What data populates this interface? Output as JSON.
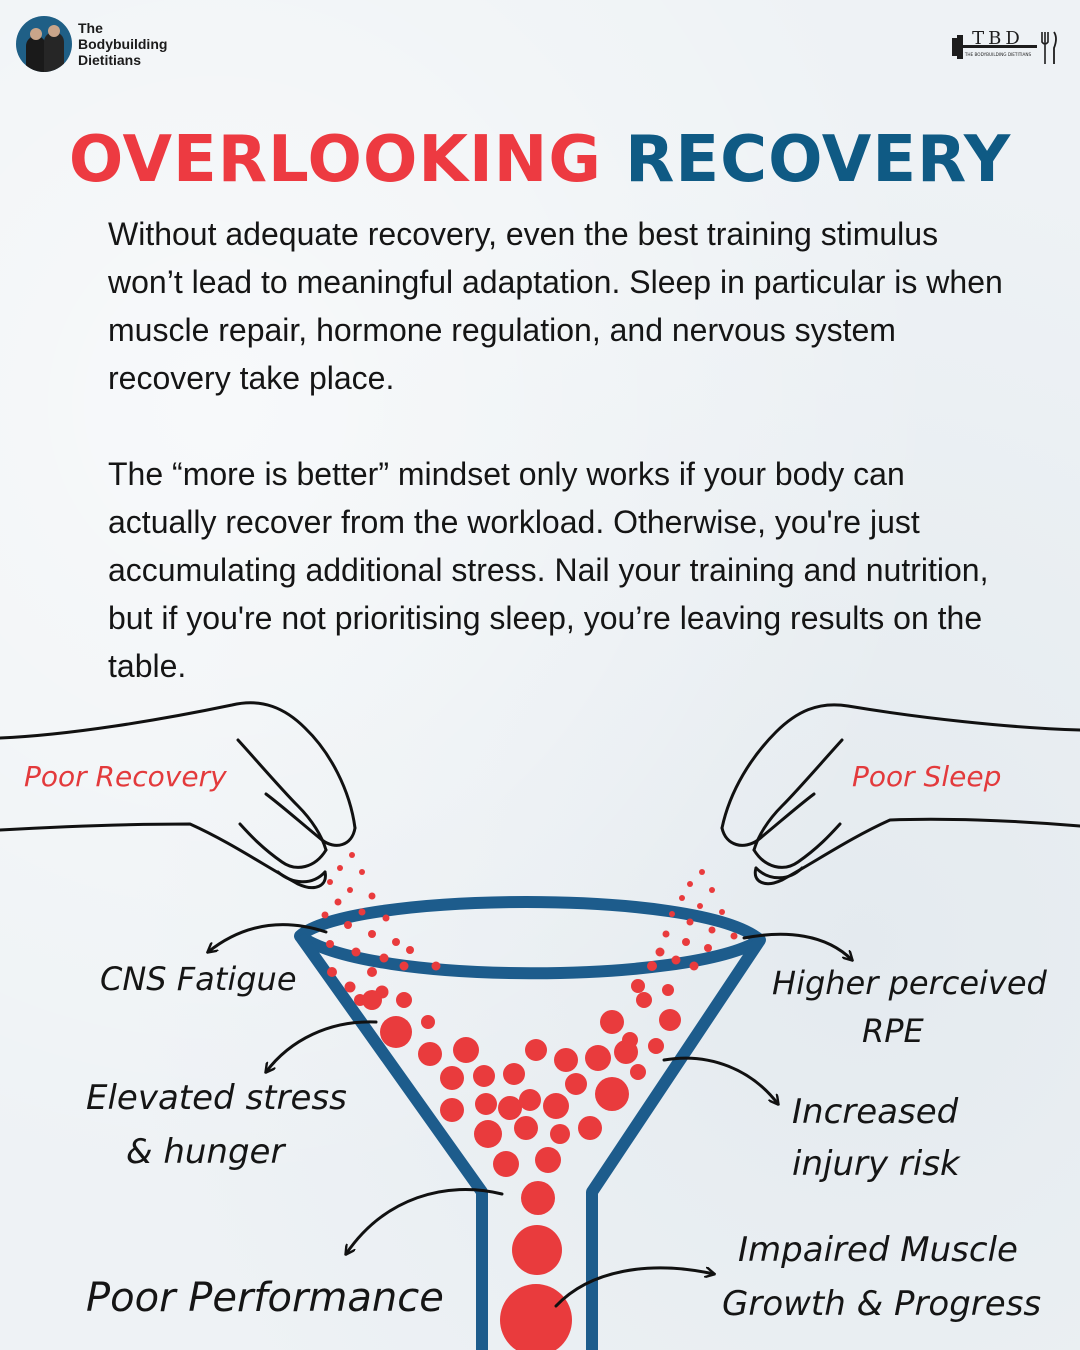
{
  "brand": {
    "name_lines": [
      "The",
      "Bodybuilding",
      "Dietitians"
    ],
    "logo_letters": "TBD",
    "logo_tagline": "THE BODYBUILDING DIETITIANS"
  },
  "title": {
    "part1": "OVERLOOKING",
    "part2": "RECOVERY"
  },
  "paragraphs": [
    "Without adequate recovery, even the best training stimulus won’t lead to meaningful adaptation. Sleep in particular is when muscle repair, hormone regulation, and nervous system recovery take place.",
    "The “more is better” mindset only works if your body can actually recover from the workload. Otherwise, you're just accumulating additional stress. Nail your training and nutrition, but if you're not prioritising sleep, you’re leaving results on the table."
  ],
  "diagram": {
    "inputs": {
      "left": "Poor Recovery",
      "right": "Poor Sleep"
    },
    "outcomes": {
      "cns_fatigue": "CNS Fatigue",
      "elevated_stress_1": "Elevated stress",
      "elevated_stress_2": "& hunger",
      "poor_performance": "Poor Performance",
      "higher_rpe_1": "Higher perceived",
      "higher_rpe_2": "RPE",
      "injury_risk_1": "Increased",
      "injury_risk_2": "injury risk",
      "impaired_growth_1": "Impaired Muscle",
      "impaired_growth_2": "Growth & Progress"
    }
  },
  "colors": {
    "red": "#ed3a41",
    "blue": "#0f5a84",
    "funnel": "#1d5c8c",
    "background": "#eef2f5"
  }
}
